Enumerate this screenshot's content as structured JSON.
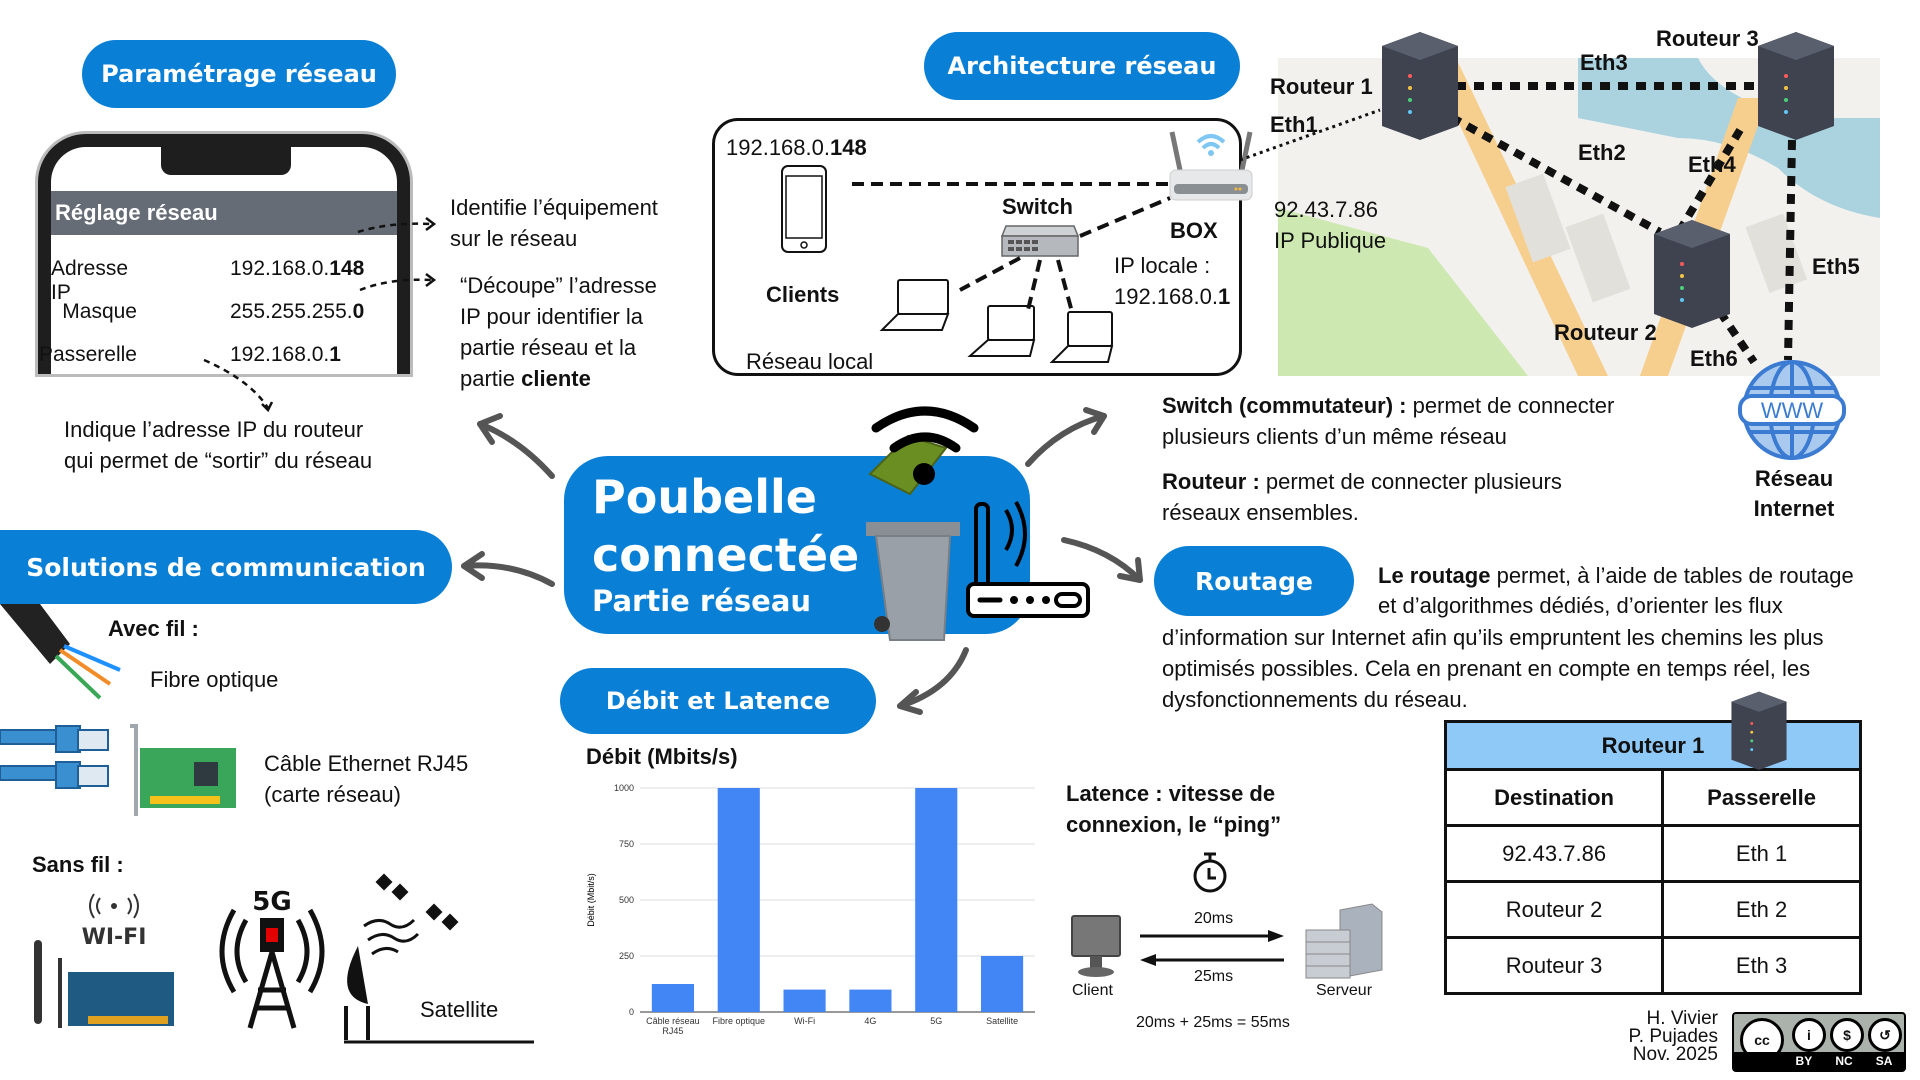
{
  "center": {
    "title_line1": "Poubelle",
    "title_line2": "connectée",
    "subtitle": "Partie réseau"
  },
  "sections": {
    "parametrage": "Paramétrage réseau",
    "architecture": "Architecture réseau",
    "solutions": "Solutions de communication",
    "debit_latence": "Débit et Latence",
    "routage": "Routage"
  },
  "phone": {
    "header": "Réglage réseau",
    "rows": [
      {
        "label": "Adresse IP",
        "value_prefix": "192.168.0.",
        "value_bold": "148"
      },
      {
        "label": "Masque",
        "value_prefix": "255.255.255.",
        "value_bold": "0"
      },
      {
        "label": "Passerelle",
        "value_prefix": "192.168.0.",
        "value_bold": "1"
      }
    ],
    "notes": {
      "ip_line1": "Identifie l’équipement",
      "ip_line2": "sur le réseau",
      "mask_line1": "“Découpe” l’adresse",
      "mask_line2": "IP pour identifier la",
      "mask_line3": "partie réseau et la",
      "mask_line4_prefix": "partie ",
      "mask_line4_bold": "cliente",
      "gw_line1": "Indique l’adresse IP du routeur",
      "gw_line2": "qui permet de “sortir” du réseau"
    }
  },
  "local_network": {
    "phone_ip_prefix": "192.168.0.",
    "phone_ip_bold": "148",
    "clients_label": "Clients",
    "switch_label": "Switch",
    "box_label": "BOX",
    "box_ip_label": "IP locale :",
    "box_ip_prefix": "192.168.0.",
    "box_ip_bold": "1",
    "network_label": "Réseau local"
  },
  "wan": {
    "public_ip": "92.43.7.86",
    "public_ip_label": "IP Publique",
    "routers": [
      "Routeur 1",
      "Routeur 2",
      "Routeur 3"
    ],
    "links": [
      "Eth1",
      "Eth2",
      "Eth3",
      "Eth4",
      "Eth5",
      "Eth6"
    ],
    "internet_line1": "Réseau",
    "internet_line2": "Internet",
    "www": "WWW"
  },
  "definitions": {
    "switch_term": "Switch (commutateur) :",
    "switch_text1": " permet de connecter",
    "switch_text2": "plusieurs clients d’un même réseau",
    "router_term": "Routeur :",
    "router_text1": " permet de connecter plusieurs",
    "router_text2": "réseaux ensembles."
  },
  "routage": {
    "term": "Le routage",
    "line1": " permet, à l’aide de tables de routage",
    "line2": "et d’algorithmes dédiés, d’orienter les flux",
    "line3": "d’information sur Internet afin qu’ils empruntent les chemins les plus",
    "line4": "optimisés possibles. Cela en prenant en compte en temps réel, les",
    "line5": "dysfonctionnements du réseau."
  },
  "routing_table": {
    "title": "Routeur 1",
    "headers": [
      "Destination",
      "Passerelle"
    ],
    "rows": [
      [
        "92.43.7.86",
        "Eth 1"
      ],
      [
        "Routeur 2",
        "Eth 2"
      ],
      [
        "Routeur 3",
        "Eth 3"
      ]
    ]
  },
  "communication": {
    "wired_label": "Avec fil :",
    "fiber": "Fibre optique",
    "ethernet_line1": "Câble Ethernet RJ45",
    "ethernet_line2": "(carte réseau)",
    "wireless_label": "Sans fil :",
    "wifi": "WI-FI",
    "fiveg": "5G",
    "satellite": "Satellite"
  },
  "latency": {
    "title_line1": "Latence : vitesse de",
    "title_line2": "connexion, le “ping”",
    "client": "Client",
    "server": "Serveur",
    "out": "20ms",
    "back": "25ms",
    "total": "20ms + 25ms = 55ms"
  },
  "chart_data": {
    "type": "bar",
    "title": "Débit (Mbits/s)",
    "xlabel": "",
    "ylabel": "Débit (Mbit/s)",
    "categories": [
      "Câble réseau RJ45",
      "Fibre optique",
      "Wi-Fi",
      "4G",
      "5G",
      "Satellite"
    ],
    "category_lines": [
      [
        "Câble réseau",
        "RJ45"
      ],
      [
        "Fibre optique"
      ],
      [
        "Wi-Fi"
      ],
      [
        "4G"
      ],
      [
        "5G"
      ],
      [
        "Satellite"
      ]
    ],
    "values": [
      125,
      1000,
      100,
      100,
      1000,
      250
    ],
    "ylim": [
      0,
      1000
    ],
    "yticks": [
      0,
      250,
      500,
      750,
      1000
    ],
    "grid": true,
    "legend": "none",
    "bar_color": "#4285f4"
  },
  "credits": {
    "line1": "H. Vivier",
    "line2": "P. Pujades",
    "line3": "Nov. 2025",
    "license": [
      "BY",
      "NC",
      "SA"
    ],
    "cc": "cc"
  },
  "colors": {
    "accent": "#0a7fd6",
    "table_header": "#8ec9f7",
    "chart_bar": "#4285f4"
  }
}
